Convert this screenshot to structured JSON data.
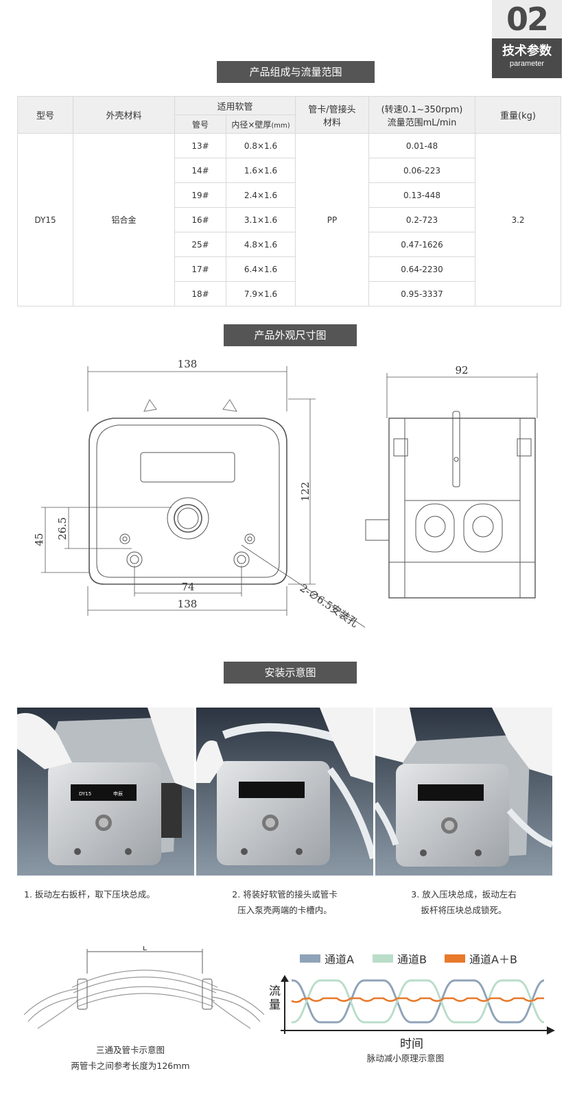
{
  "badge": {
    "number": "02",
    "title": "技术参数",
    "subtitle": "parameter"
  },
  "sections": {
    "composition": "产品组成与流量范围",
    "dimensions": "产品外观尺寸图",
    "installation": "安装示意图"
  },
  "table": {
    "headers": {
      "model": "型号",
      "shell": "外壳材料",
      "tube": "适用软管",
      "tube_no": "管号",
      "tube_dim": "内径×壁厚",
      "tube_dim_unit": "(mm)",
      "clamp_line1": "管卡/管接头",
      "clamp_line2": "材料",
      "flow_line1": "(转速0.1~350rpm)",
      "flow_line2": "流量范围mL/min",
      "weight": "重量(kg)"
    },
    "model": "DY15",
    "shell": "铝合金",
    "clamp": "PP",
    "weight": "3.2",
    "rows": [
      {
        "no": "13#",
        "dim": "0.8×1.6",
        "flow": "0.01-48"
      },
      {
        "no": "14#",
        "dim": "1.6×1.6",
        "flow": "0.06-223"
      },
      {
        "no": "19#",
        "dim": "2.4×1.6",
        "flow": "0.13-448"
      },
      {
        "no": "16#",
        "dim": "3.1×1.6",
        "flow": "0.2-723"
      },
      {
        "no": "25#",
        "dim": "4.8×1.6",
        "flow": "0.47-1626"
      },
      {
        "no": "17#",
        "dim": "6.4×1.6",
        "flow": "0.64-2230"
      },
      {
        "no": "18#",
        "dim": "7.9×1.6",
        "flow": "0.95-3337"
      }
    ]
  },
  "drawing": {
    "width_top": "138",
    "width_bottom": "138",
    "height": "122",
    "hole_spacing": "74",
    "left_45": "45",
    "left_26": "26.5",
    "side_width": "92",
    "hole_note": "2-∅6.5安装孔"
  },
  "steps": [
    {
      "line1": "1. 扳动左右扳杆，取下压块总成。",
      "line2": ""
    },
    {
      "line1": "2. 将装好软管的接头或管卡",
      "line2": "压入泵壳两端的卡槽内。"
    },
    {
      "line1": "3. 放入压块总成，扳动左右",
      "line2": "扳杆将压块总成锁死。"
    }
  ],
  "photo_label": {
    "model": "DY15",
    "brand": "申辰"
  },
  "tee": {
    "label_L": "L",
    "cap1": "三通及管卡示意图",
    "cap2": "两管卡之间参考长度为126mm"
  },
  "pulse": {
    "legend_a": "通道A",
    "legend_b": "通道B",
    "legend_ab": "通道A＋B",
    "ylabel": "流量",
    "xlabel": "时间",
    "caption": "脉动减小原理示意图",
    "colors": {
      "a": "#8fa3b8",
      "b": "#b9ddc9",
      "ab": "#e8792a"
    }
  }
}
